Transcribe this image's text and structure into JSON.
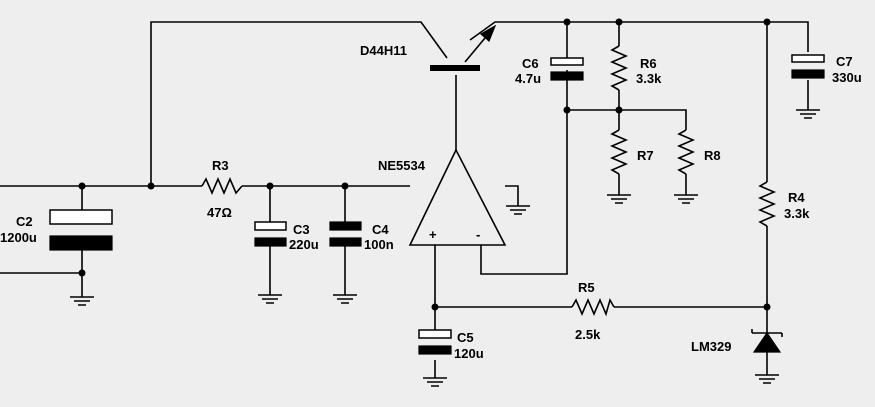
{
  "schematic": {
    "components": {
      "q1": {
        "name": "D44H11"
      },
      "u1": {
        "name": "NE5534",
        "plus": "+",
        "minus": "-"
      },
      "c2": {
        "name": "C2",
        "value": "1200u"
      },
      "r3": {
        "name": "R3",
        "value": "47Ω"
      },
      "c3": {
        "name": "C3",
        "value": "220u"
      },
      "c4": {
        "name": "C4",
        "value": "100n"
      },
      "c5": {
        "name": "C5",
        "value": "120u"
      },
      "c6": {
        "name": "C6",
        "value": "4.7u"
      },
      "r6": {
        "name": "R6",
        "value": "3.3k"
      },
      "r7": {
        "name": "R7"
      },
      "r8": {
        "name": "R8"
      },
      "c7": {
        "name": "C7",
        "value": "330u"
      },
      "r4": {
        "name": "R4",
        "value": "3.3k"
      },
      "r5": {
        "name": "R5",
        "value": "2.5k"
      },
      "z1": {
        "name": "LM329"
      }
    }
  }
}
